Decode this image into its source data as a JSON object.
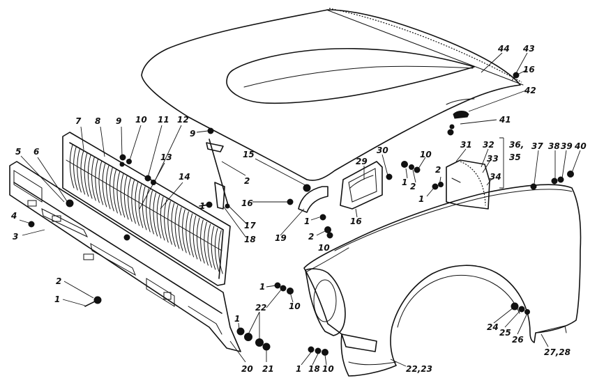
{
  "callouts": [
    {
      "id": "c7",
      "text": "7"
    },
    {
      "id": "c8",
      "text": "8"
    },
    {
      "id": "c9a",
      "text": "9"
    },
    {
      "id": "c10a",
      "text": "10"
    },
    {
      "id": "c11",
      "text": "11"
    },
    {
      "id": "c12",
      "text": "12"
    },
    {
      "id": "c13",
      "text": "13"
    },
    {
      "id": "c14",
      "text": "14"
    },
    {
      "id": "c5",
      "text": "5"
    },
    {
      "id": "c6",
      "text": "6"
    },
    {
      "id": "c4",
      "text": "4"
    },
    {
      "id": "c3",
      "text": "3"
    },
    {
      "id": "c2a",
      "text": "2"
    },
    {
      "id": "c1a",
      "text": "1"
    },
    {
      "id": "c9b",
      "text": "9"
    },
    {
      "id": "c15",
      "text": "15"
    },
    {
      "id": "c2b",
      "text": "2"
    },
    {
      "id": "c1b",
      "text": "1"
    },
    {
      "id": "c17",
      "text": "17"
    },
    {
      "id": "c18a",
      "text": "18"
    },
    {
      "id": "c16a",
      "text": "16"
    },
    {
      "id": "c19",
      "text": "19"
    },
    {
      "id": "c1c",
      "text": "1"
    },
    {
      "id": "c2c",
      "text": "2"
    },
    {
      "id": "c10b",
      "text": "10"
    },
    {
      "id": "c29",
      "text": "29"
    },
    {
      "id": "c16b",
      "text": "16"
    },
    {
      "id": "c30",
      "text": "30"
    },
    {
      "id": "c1d",
      "text": "1"
    },
    {
      "id": "c2d",
      "text": "2"
    },
    {
      "id": "c10c",
      "text": "10"
    },
    {
      "id": "c31",
      "text": "31"
    },
    {
      "id": "c32",
      "text": "32"
    },
    {
      "id": "c33",
      "text": "33"
    },
    {
      "id": "c34",
      "text": "34"
    },
    {
      "id": "c36",
      "text": "36,"
    },
    {
      "id": "c35",
      "text": "35"
    },
    {
      "id": "c2e",
      "text": "2"
    },
    {
      "id": "c1e",
      "text": "1"
    },
    {
      "id": "c37",
      "text": "37"
    },
    {
      "id": "c38",
      "text": "38"
    },
    {
      "id": "c39",
      "text": "39"
    },
    {
      "id": "c40",
      "text": "40"
    },
    {
      "id": "c44",
      "text": "44"
    },
    {
      "id": "c43",
      "text": "43"
    },
    {
      "id": "c16c",
      "text": "16"
    },
    {
      "id": "c42",
      "text": "42"
    },
    {
      "id": "c41",
      "text": "41"
    },
    {
      "id": "c1f",
      "text": "1"
    },
    {
      "id": "c2f",
      "text": "2"
    },
    {
      "id": "c10d",
      "text": "10"
    },
    {
      "id": "c1g",
      "text": "1"
    },
    {
      "id": "c2g",
      "text": "2"
    },
    {
      "id": "c20",
      "text": "20"
    },
    {
      "id": "c21",
      "text": "21"
    },
    {
      "id": "c1h",
      "text": "1"
    },
    {
      "id": "c18b",
      "text": "18"
    },
    {
      "id": "c10e",
      "text": "10"
    },
    {
      "id": "c2223",
      "text": "22,23"
    },
    {
      "id": "c24",
      "text": "24"
    },
    {
      "id": "c25",
      "text": "25"
    },
    {
      "id": "c26",
      "text": "26"
    },
    {
      "id": "c2728",
      "text": "27,28"
    }
  ]
}
